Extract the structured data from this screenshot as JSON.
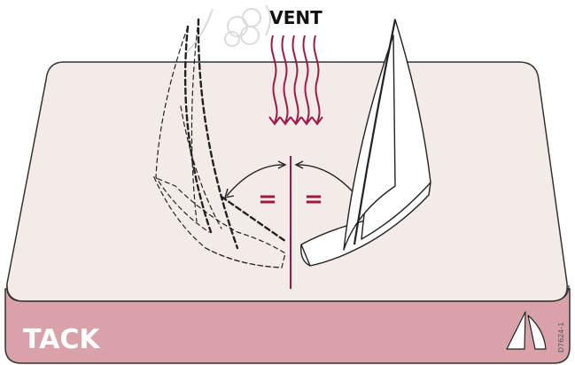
{
  "wind_label": "VENT",
  "mode_label": "TACK",
  "diagram_code": "D7624-1",
  "equal_sign_left": "=",
  "equal_sign_right": "=",
  "colors": {
    "accent": "#a0184a",
    "panel_top": "#f3ebe8",
    "panel_side": "#d8a2a8",
    "outline": "#333333",
    "watermark": "#d8d8d8"
  },
  "icons": [
    "sailboat-icon",
    "watermark-logo-icon",
    "wind-arrows-icon"
  ]
}
